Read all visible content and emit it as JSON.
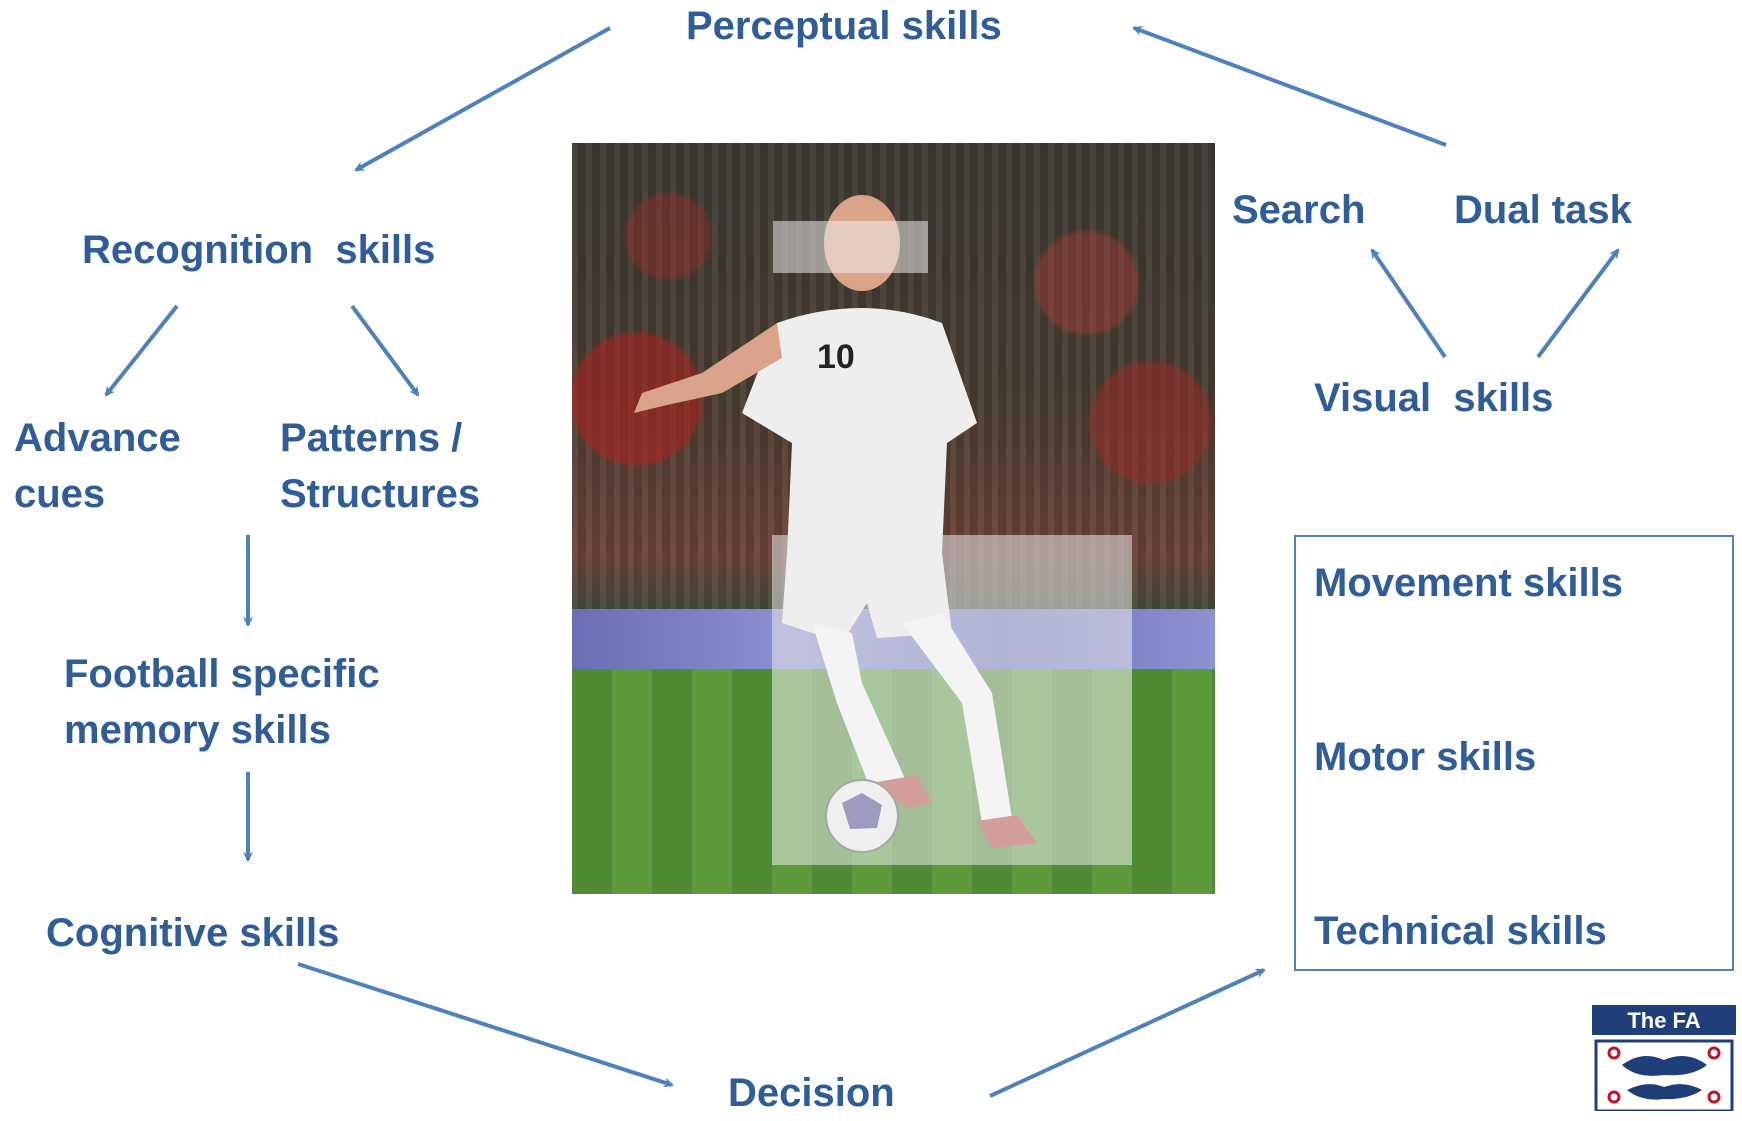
{
  "labels": {
    "perceptual": "Perceptual skills",
    "recognition": "Recognition  skills",
    "advance": "Advance\ncues",
    "patterns": "Patterns /\nStructures",
    "memory": "Football specific\nmemory skills",
    "cognitive": "Cognitive skills",
    "decision": "Decision",
    "search": "Search",
    "dual_task": "Dual task",
    "visual": "Visual  skills",
    "movement": "Movement skills",
    "motor": "Motor skills",
    "technical": "Technical skills"
  },
  "logo": {
    "text": "The FA"
  },
  "photo": {
    "shirt_number": "10"
  },
  "colors": {
    "text": "#2f5d9a",
    "arrow": "#4f81bd",
    "box_border": "#4f81bd"
  }
}
